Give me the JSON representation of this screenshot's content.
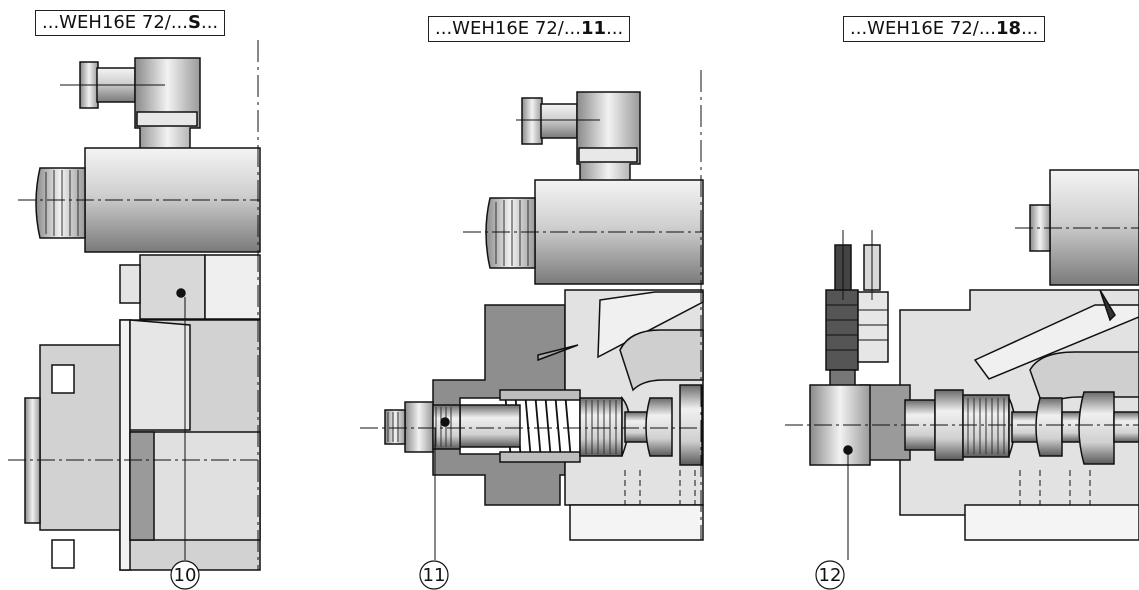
{
  "views": [
    {
      "prefix": "...WEH16E 72/...",
      "code": "S",
      "suffix": "...",
      "callout": "10"
    },
    {
      "prefix": "...WEH16E 72/...",
      "code": "11",
      "suffix": "...",
      "callout": "11"
    },
    {
      "prefix": "...WEH16E 72/...",
      "code": "18",
      "suffix": "...",
      "callout": "12"
    }
  ],
  "colors": {
    "body": "#d6d6d6",
    "dark": "#8c8c8c",
    "mid": "#b8b8b8",
    "line": "#111111"
  }
}
